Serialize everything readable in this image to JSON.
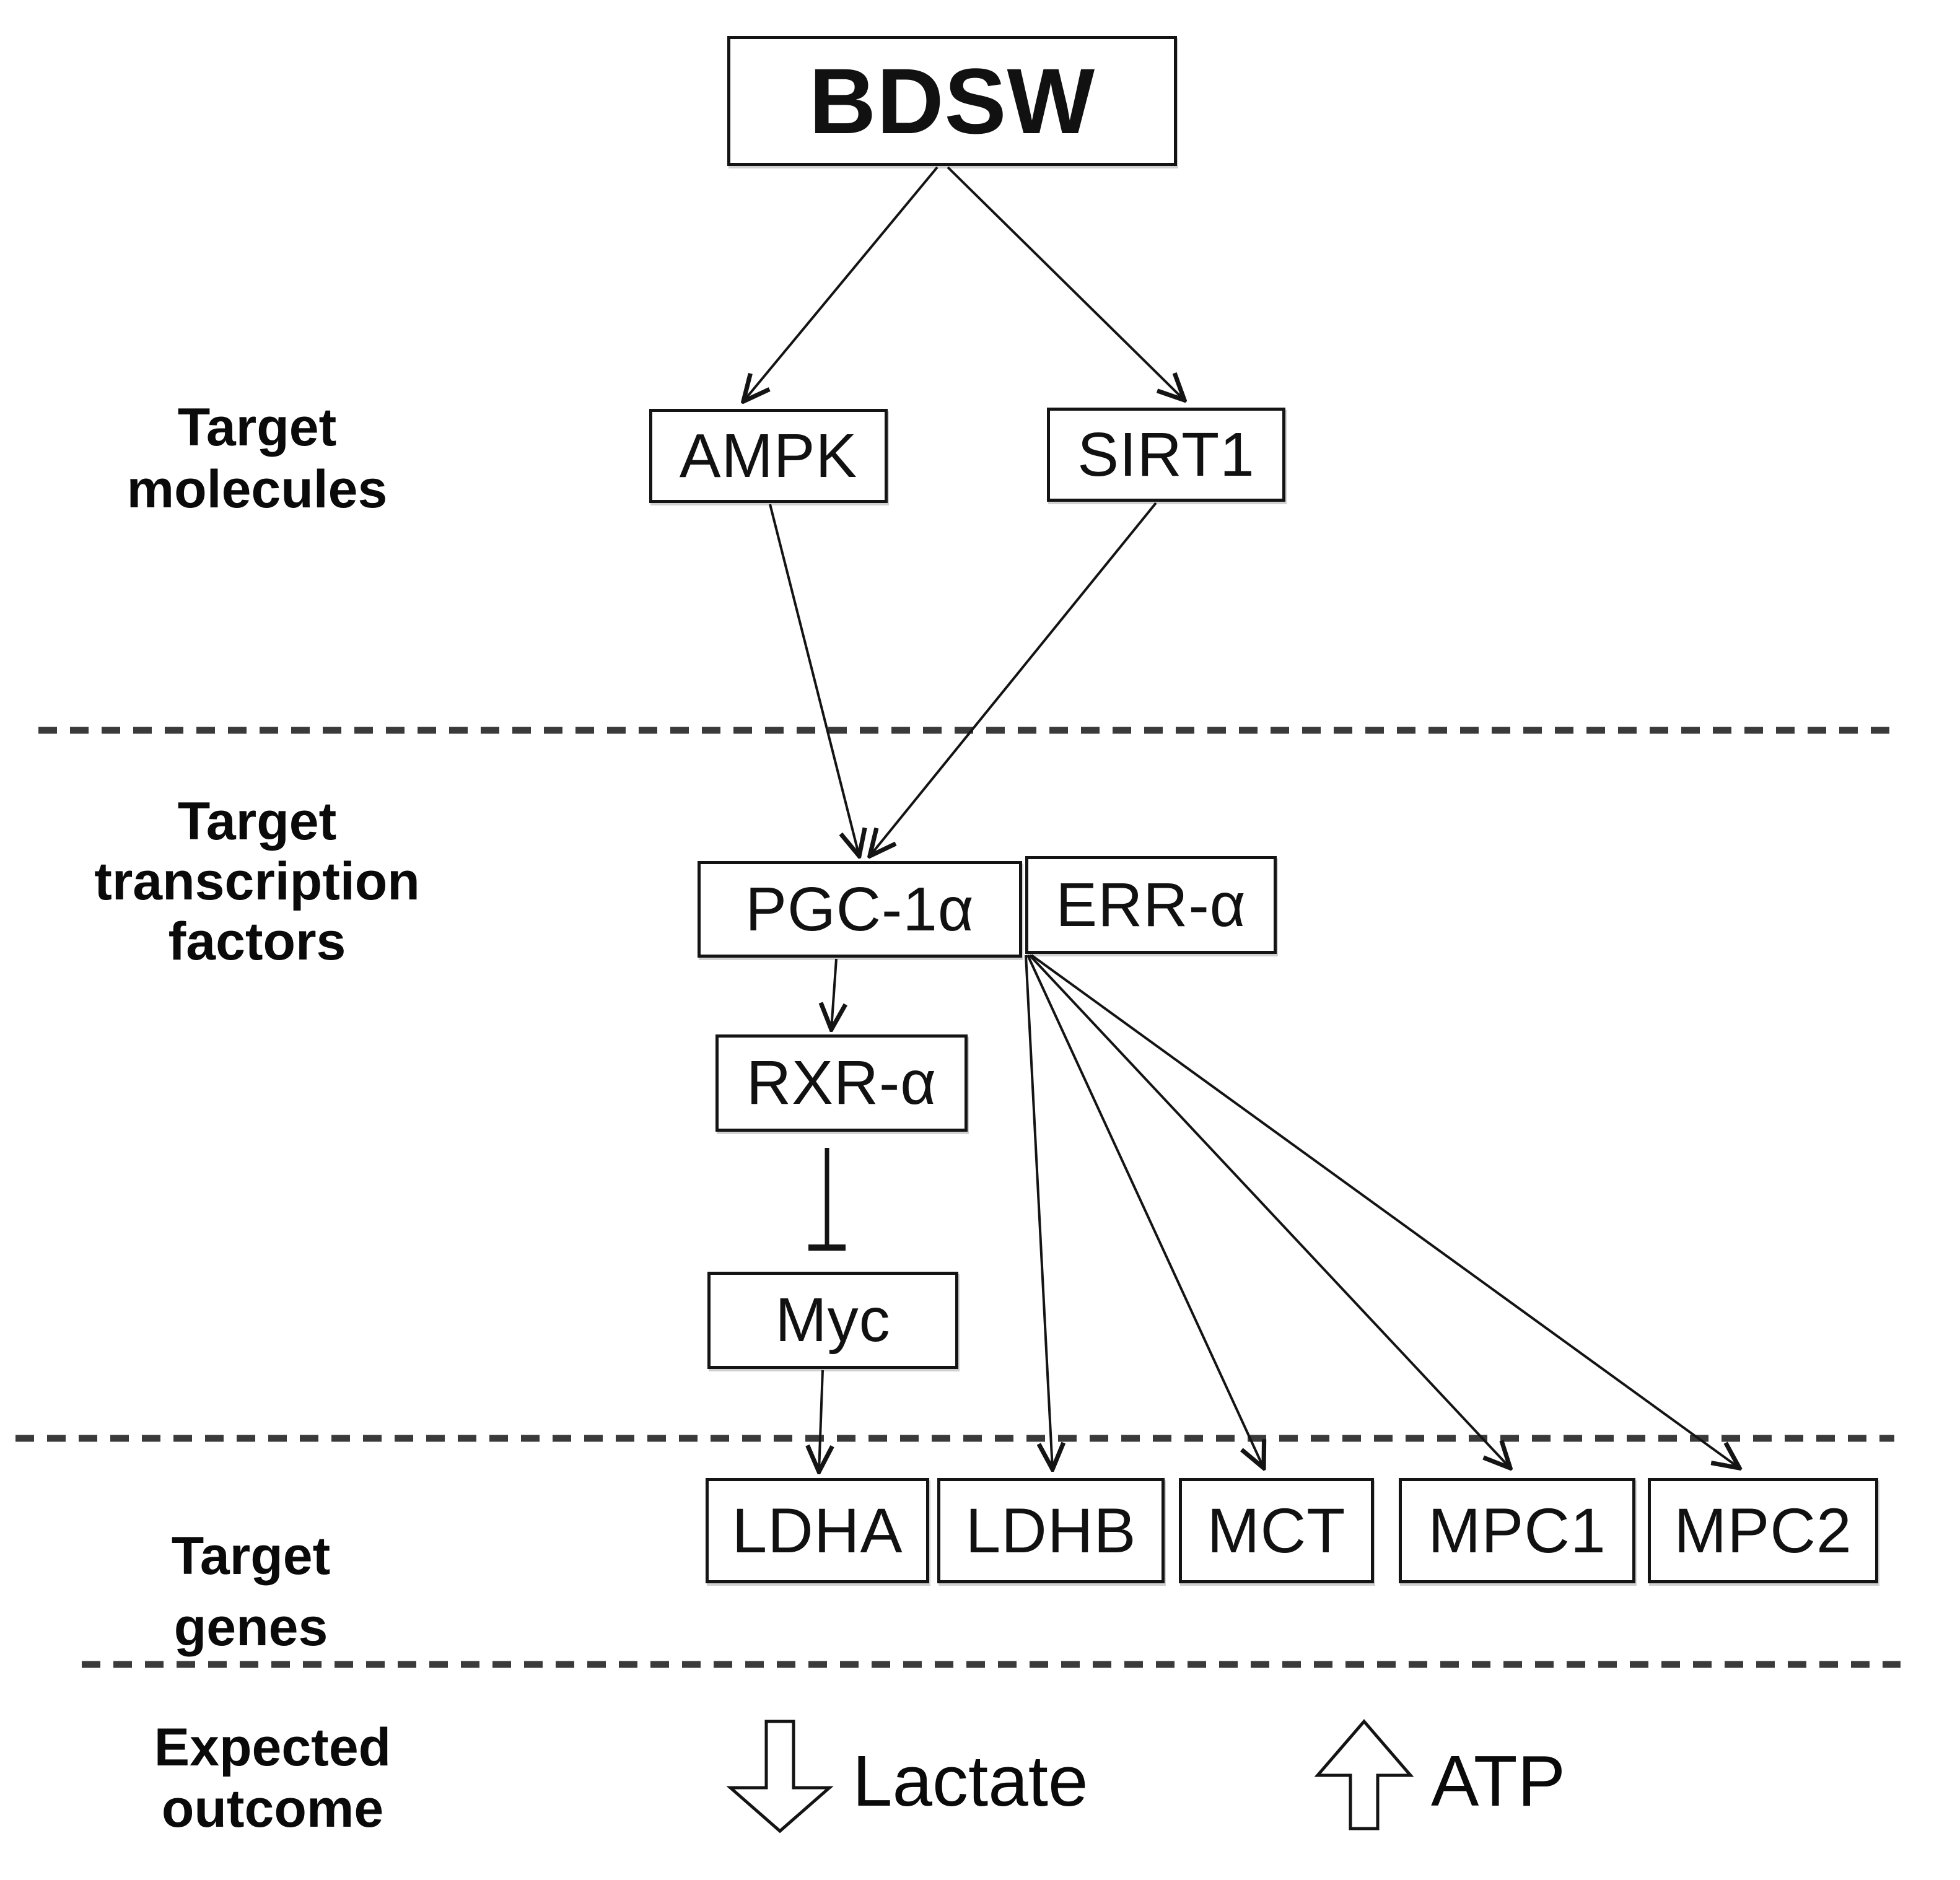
{
  "colors": {
    "background": "#ffffff",
    "ink": "#141414",
    "dashed_separator": "#3a3a3a"
  },
  "rows": [
    {
      "id": "target-molecules",
      "lines": [
        "Target",
        "molecules"
      ]
    },
    {
      "id": "target-transcription-factors",
      "lines": [
        "Target",
        "transcription",
        "factors"
      ]
    },
    {
      "id": "target-genes",
      "lines": [
        "Target",
        "genes"
      ]
    },
    {
      "id": "expected-outcome",
      "lines": [
        "Expected",
        "outcome"
      ]
    }
  ],
  "nodes": {
    "bdsw": "BDSW",
    "ampk": "AMPK",
    "sirt1": "SIRT1",
    "pgc1a": "PGC-1α",
    "erra": "ERR-α",
    "rxra": "RXR-α",
    "myc": "Myc",
    "ldha": "LDHA",
    "ldhb": "LDHB",
    "mct": "MCT",
    "mpc1": "MPC1",
    "mpc2": "MPC2"
  },
  "outcomes": [
    {
      "direction": "down",
      "arrow_icon": "down-block-arrow",
      "label": "Lactate"
    },
    {
      "direction": "up",
      "arrow_icon": "up-block-arrow",
      "label": "ATP"
    }
  ],
  "edges": [
    {
      "from": "BDSW",
      "to": "AMPK",
      "type": "activation-arrow"
    },
    {
      "from": "BDSW",
      "to": "SIRT1",
      "type": "activation-arrow"
    },
    {
      "from": "AMPK",
      "to": "PGC-1α",
      "type": "activation-arrow"
    },
    {
      "from": "SIRT1",
      "to": "PGC-1α",
      "type": "activation-arrow"
    },
    {
      "from": "PGC-1α",
      "to": "RXR-α",
      "type": "activation-arrow"
    },
    {
      "from": "RXR-α",
      "to": "Myc",
      "type": "inhibition-bar"
    },
    {
      "from": "Myc",
      "to": "LDHA",
      "type": "activation-arrow"
    },
    {
      "from": "ERR-α",
      "to": "LDHB",
      "type": "activation-arrow"
    },
    {
      "from": "ERR-α",
      "to": "MCT",
      "type": "activation-arrow"
    },
    {
      "from": "ERR-α",
      "to": "MPC1",
      "type": "activation-arrow"
    },
    {
      "from": "ERR-α",
      "to": "MPC2",
      "type": "activation-arrow"
    }
  ]
}
